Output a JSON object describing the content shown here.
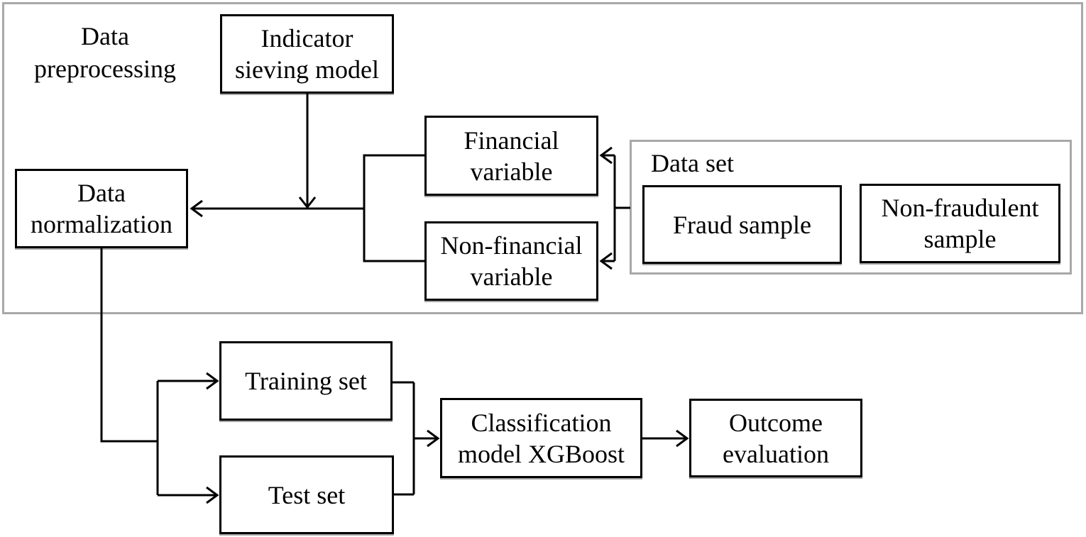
{
  "diagram": {
    "regions": {
      "preprocessing": {
        "label": "Data preprocessing"
      },
      "dataset": {
        "label": "Data set"
      }
    },
    "nodes": {
      "indicator_sieving": {
        "label": "Indicator sieving model"
      },
      "data_normalization": {
        "label": "Data normalization"
      },
      "financial_variable": {
        "label": "Financial variable"
      },
      "non_financial_variable": {
        "label": "Non-financial variable"
      },
      "fraud_sample": {
        "label": "Fraud sample"
      },
      "non_fraudulent_sample": {
        "label": "Non-fraudulent sample"
      },
      "training_set": {
        "label": "Training set"
      },
      "test_set": {
        "label": "Test set"
      },
      "classification_model": {
        "label": "Classification model XGBoost"
      },
      "outcome_evaluation": {
        "label": "Outcome evaluation"
      }
    },
    "colors": {
      "box_border": "#000000",
      "region_border": "#a8a8a8",
      "background": "#ffffff",
      "text": "#000000"
    }
  }
}
